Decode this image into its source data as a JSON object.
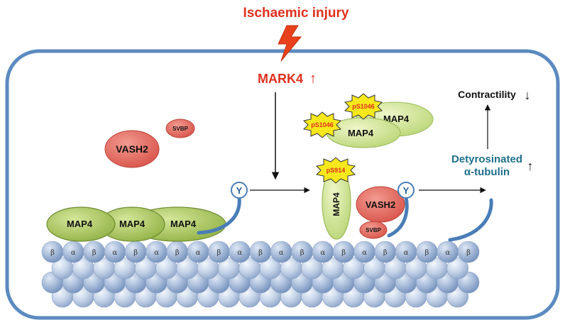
{
  "title": "Ischaemic injury",
  "mark4": {
    "label": "MARK4",
    "arrow": "↑"
  },
  "contractility": {
    "label": "Contractility",
    "arrow": "↓"
  },
  "detyrosinated": {
    "line1": "Detyrosinated",
    "line2": "α-tubulin",
    "arrow": "↑"
  },
  "labels": {
    "map4": "MAP4",
    "vash2": "VASH2",
    "svbp": "SVBP",
    "ps1046": "pS1046",
    "ps914": "pS914",
    "tyr": "Y",
    "alpha": "α",
    "beta": "β"
  },
  "colors": {
    "cell_border": "#5b8ac0",
    "red_text": "#e0301e",
    "teal_text": "#1f6f8b",
    "map4_fill": "#a8c85a",
    "vash2_fill": "#e2645a",
    "star_fill": "#f6e81c",
    "tubulin": "#b8c9e2"
  }
}
